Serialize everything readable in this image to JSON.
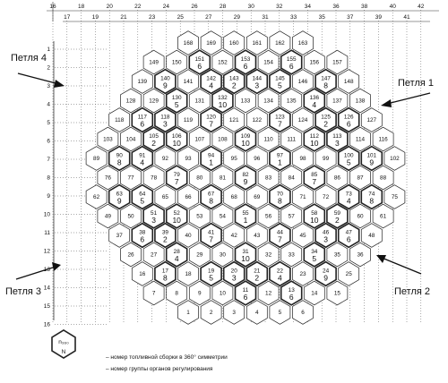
{
  "top_axis_1": [
    "16",
    "18",
    "20",
    "22",
    "24",
    "26",
    "28",
    "30",
    "32",
    "34",
    "36",
    "38",
    "40",
    "42"
  ],
  "top_axis_2": [
    "17",
    "19",
    "21",
    "23",
    "25",
    "27",
    "29",
    "31",
    "33",
    "35",
    "37",
    "39",
    "41"
  ],
  "left_axis": [
    "1",
    "2",
    "3",
    "4",
    "5",
    "6",
    "7",
    "8",
    "9",
    "10",
    "11",
    "12",
    "13",
    "14",
    "15",
    "16"
  ],
  "loops": {
    "loop1": "Петля 1",
    "loop2": "Петля 2",
    "loop3": "Петля 3",
    "loop4": "Петля 4"
  },
  "rows": [
    [
      {
        "n": "168"
      },
      {
        "n": "169"
      },
      {
        "n": "160"
      },
      {
        "n": "161"
      },
      {
        "n": "162"
      },
      {
        "n": "163"
      }
    ],
    [
      {
        "n": "149"
      },
      {
        "n": "150"
      },
      {
        "n": "151",
        "g": "6"
      },
      {
        "n": "152"
      },
      {
        "n": "153",
        "g": "6"
      },
      {
        "n": "154"
      },
      {
        "n": "155",
        "g": "6"
      },
      {
        "n": "156"
      },
      {
        "n": "157"
      }
    ],
    [
      {
        "n": "139"
      },
      {
        "n": "140",
        "g": "9"
      },
      {
        "n": "141"
      },
      {
        "n": "142",
        "g": "4"
      },
      {
        "n": "143",
        "g": "2"
      },
      {
        "n": "144",
        "g": "3"
      },
      {
        "n": "145",
        "g": "5"
      },
      {
        "n": "146"
      },
      {
        "n": "147",
        "g": "8"
      },
      {
        "n": "148"
      }
    ],
    [
      {
        "n": "128"
      },
      {
        "n": "129"
      },
      {
        "n": "130",
        "g": "5"
      },
      {
        "n": "131"
      },
      {
        "n": "132",
        "g": "10"
      },
      {
        "n": "133"
      },
      {
        "n": "134"
      },
      {
        "n": "135"
      },
      {
        "n": "136",
        "g": "4"
      },
      {
        "n": "137"
      },
      {
        "n": "138"
      }
    ],
    [
      {
        "n": "118"
      },
      {
        "n": "117",
        "g": "6"
      },
      {
        "n": "118",
        "g": "3"
      },
      {
        "n": "119"
      },
      {
        "n": "120",
        "g": "7"
      },
      {
        "n": "121"
      },
      {
        "n": "122"
      },
      {
        "n": "123",
        "g": "7"
      },
      {
        "n": "124"
      },
      {
        "n": "125",
        "g": "2"
      },
      {
        "n": "126",
        "g": "6"
      },
      {
        "n": "127"
      }
    ],
    [
      {
        "n": "103"
      },
      {
        "n": "104"
      },
      {
        "n": "105",
        "g": "2"
      },
      {
        "n": "106",
        "g": "10"
      },
      {
        "n": "107"
      },
      {
        "n": "108"
      },
      {
        "n": "109",
        "g": "10"
      },
      {
        "n": "110"
      },
      {
        "n": "111"
      },
      {
        "n": "112",
        "g": "10"
      },
      {
        "n": "113",
        "g": "3"
      },
      {
        "n": "114"
      },
      {
        "n": "116"
      }
    ],
    [
      {
        "n": "89"
      },
      {
        "n": "90",
        "g": "8"
      },
      {
        "n": "91",
        "g": "4"
      },
      {
        "n": "92"
      },
      {
        "n": "93"
      },
      {
        "n": "94",
        "g": "1"
      },
      {
        "n": "95"
      },
      {
        "n": "96"
      },
      {
        "n": "97",
        "g": "1"
      },
      {
        "n": "98"
      },
      {
        "n": "99"
      },
      {
        "n": "100",
        "g": "5"
      },
      {
        "n": "101",
        "g": "9"
      },
      {
        "n": "102"
      }
    ],
    [
      {
        "n": "76"
      },
      {
        "n": "77"
      },
      {
        "n": "78"
      },
      {
        "n": "79",
        "g": "7"
      },
      {
        "n": "80"
      },
      {
        "n": "81"
      },
      {
        "n": "82",
        "g": "9"
      },
      {
        "n": "83"
      },
      {
        "n": "84"
      },
      {
        "n": "85",
        "g": "7"
      },
      {
        "n": "86"
      },
      {
        "n": "87"
      },
      {
        "n": "88"
      }
    ],
    [
      {
        "n": "62"
      },
      {
        "n": "63",
        "g": "9"
      },
      {
        "n": "64",
        "g": "5"
      },
      {
        "n": "65"
      },
      {
        "n": "66"
      },
      {
        "n": "67",
        "g": "8"
      },
      {
        "n": "68"
      },
      {
        "n": "69"
      },
      {
        "n": "70",
        "g": "8"
      },
      {
        "n": "71"
      },
      {
        "n": "72"
      },
      {
        "n": "73",
        "g": "4"
      },
      {
        "n": "74",
        "g": "8"
      },
      {
        "n": "75"
      }
    ],
    [
      {
        "n": "49"
      },
      {
        "n": "50"
      },
      {
        "n": "51",
        "g": "3"
      },
      {
        "n": "52",
        "g": "10"
      },
      {
        "n": "53"
      },
      {
        "n": "54"
      },
      {
        "n": "55",
        "g": "1"
      },
      {
        "n": "56"
      },
      {
        "n": "57"
      },
      {
        "n": "58",
        "g": "10"
      },
      {
        "n": "59",
        "g": "2"
      },
      {
        "n": "60"
      },
      {
        "n": "61"
      }
    ],
    [
      {
        "n": "37"
      },
      {
        "n": "38",
        "g": "6"
      },
      {
        "n": "39",
        "g": "2"
      },
      {
        "n": "40"
      },
      {
        "n": "41",
        "g": "7"
      },
      {
        "n": "42"
      },
      {
        "n": "43"
      },
      {
        "n": "44",
        "g": "7"
      },
      {
        "n": "45"
      },
      {
        "n": "46",
        "g": "3"
      },
      {
        "n": "47",
        "g": "6"
      },
      {
        "n": "48"
      }
    ],
    [
      {
        "n": "26"
      },
      {
        "n": "27"
      },
      {
        "n": "28",
        "g": "4"
      },
      {
        "n": "29"
      },
      {
        "n": "30"
      },
      {
        "n": "31",
        "g": "10"
      },
      {
        "n": "32"
      },
      {
        "n": "33"
      },
      {
        "n": "34",
        "g": "5"
      },
      {
        "n": "35"
      },
      {
        "n": "36"
      }
    ],
    [
      {
        "n": "16"
      },
      {
        "n": "17",
        "g": "8"
      },
      {
        "n": "18"
      },
      {
        "n": "19",
        "g": "5"
      },
      {
        "n": "20",
        "g": "3"
      },
      {
        "n": "21",
        "g": "2"
      },
      {
        "n": "22",
        "g": "4"
      },
      {
        "n": "23"
      },
      {
        "n": "24",
        "g": "9"
      },
      {
        "n": "25"
      }
    ],
    [
      {
        "n": "7"
      },
      {
        "n": "8"
      },
      {
        "n": "9"
      },
      {
        "n": "10"
      },
      {
        "n": "11",
        "g": "6"
      },
      {
        "n": "12"
      },
      {
        "n": "13",
        "g": "6"
      },
      {
        "n": "14"
      },
      {
        "n": "15"
      }
    ],
    [
      {
        "n": "1"
      },
      {
        "n": "2"
      },
      {
        "n": "3"
      },
      {
        "n": "4"
      },
      {
        "n": "5"
      },
      {
        "n": "6"
      }
    ]
  ],
  "legend": {
    "sample_top": "n₃₆₀",
    "sample_bottom": "N",
    "line1": "– номер топливной сборки в 360° симметрии",
    "line2": "– номер группы органов регулирования"
  }
}
